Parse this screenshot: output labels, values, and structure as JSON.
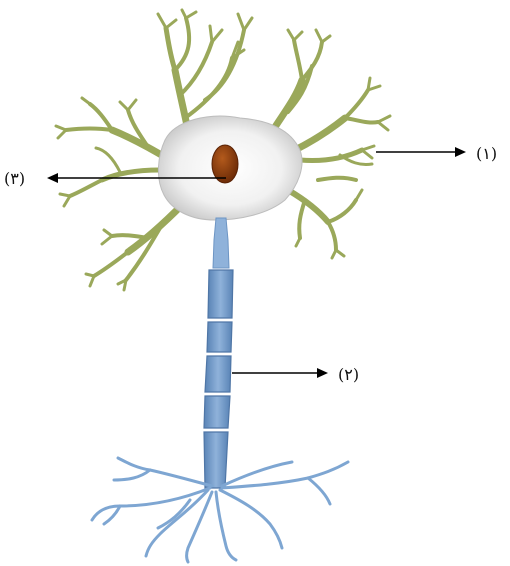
{
  "labels": {
    "label_1": "(١)",
    "label_2": "(٢)",
    "label_3": "(٣)"
  },
  "colors": {
    "dendrite": "#9aa85a",
    "cell_body": "#e9e9e9",
    "nucleus": "#8b3a0c",
    "axon": "#6d95c4",
    "axon_terminals": "#7ea6d2",
    "arrow": "#000000"
  }
}
